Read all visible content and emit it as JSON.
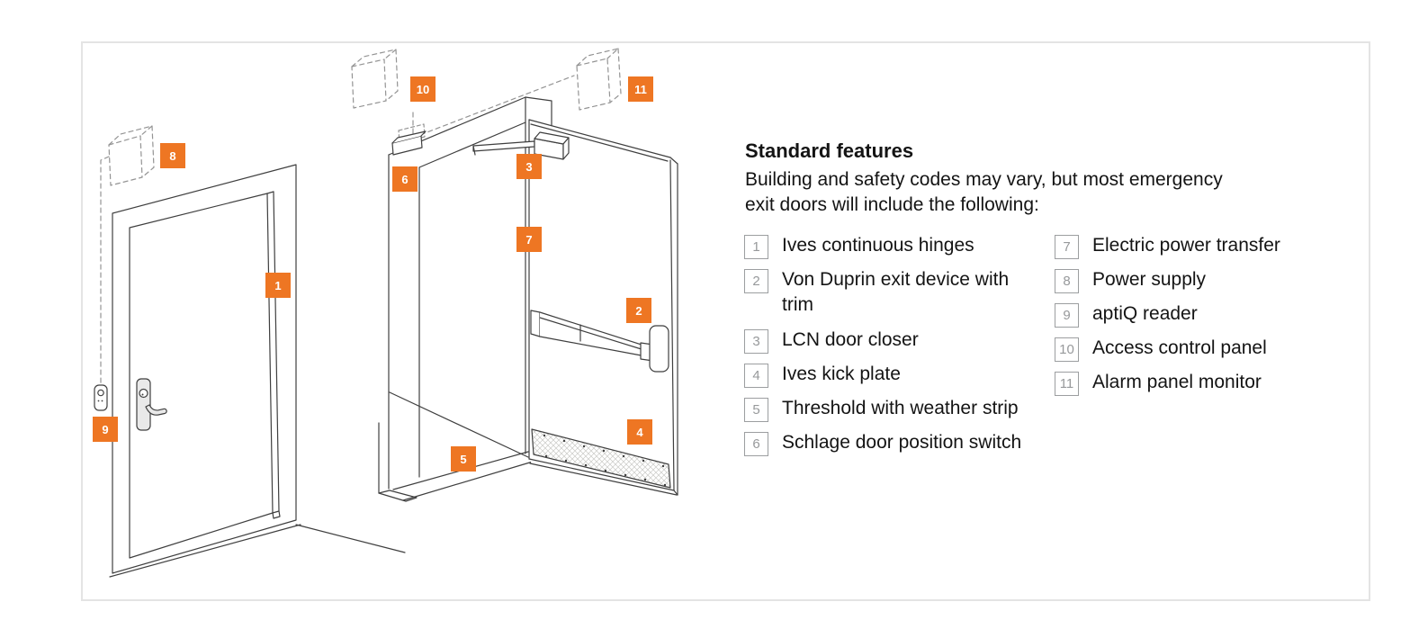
{
  "colors": {
    "accent": "#EE7623",
    "line": "#3f3f3f",
    "dash_gray": "#949494",
    "panel_border": "#e4e4e4",
    "legend_box_border": "#9c9ea0",
    "legend_box_number": "#97999b",
    "text": "#141414",
    "kickplate_fill": "#f0f0ee"
  },
  "legend": {
    "heading": "Standard features",
    "intro_lines": [
      "Building and safety codes may vary, but most emergency",
      "exit doors will include the following:"
    ],
    "items": [
      {
        "num": "1",
        "label": "Ives continuous hinges"
      },
      {
        "num": "2",
        "label": "Von Duprin exit device with trim"
      },
      {
        "num": "3",
        "label": "LCN door closer"
      },
      {
        "num": "4",
        "label": "Ives kick plate"
      },
      {
        "num": "5",
        "label": "Threshold with weather strip"
      },
      {
        "num": "6",
        "label": "Schlage door position switch"
      },
      {
        "num": "7",
        "label": "Electric power transfer"
      },
      {
        "num": "8",
        "label": "Power supply"
      },
      {
        "num": "9",
        "label": "aptiQ reader"
      },
      {
        "num": "10",
        "label": "Access control panel"
      },
      {
        "num": "11",
        "label": "Alarm panel monitor"
      }
    ]
  },
  "diagram": {
    "tags": [
      "1",
      "2",
      "3",
      "4",
      "5",
      "6",
      "7",
      "8",
      "9",
      "10",
      "11"
    ]
  }
}
